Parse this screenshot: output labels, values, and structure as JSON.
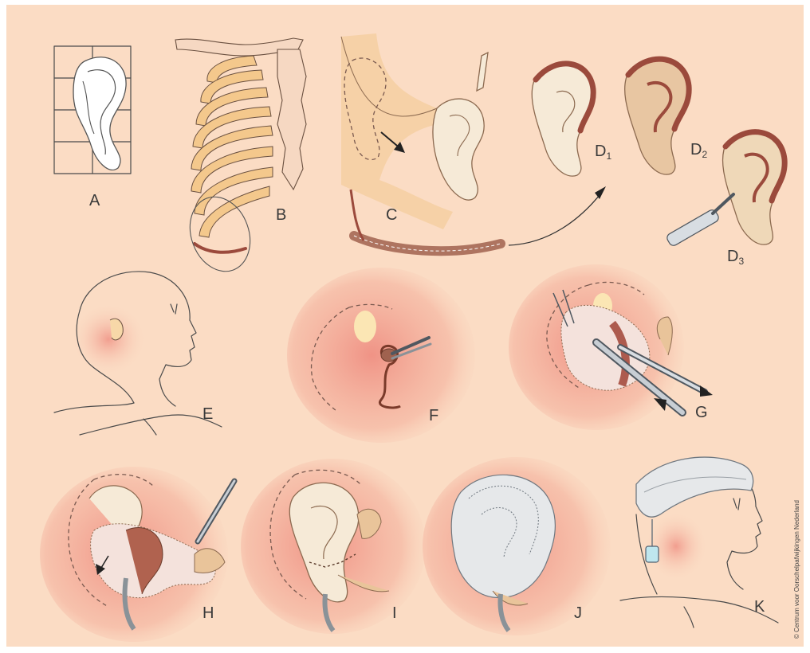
{
  "figure": {
    "background": "#fbdcc4",
    "skin_color": "#ef9f8f",
    "cartilage_color": "#f6ead7",
    "rib_color": "#f4c88c",
    "rim_color": "#9b4a3c",
    "dressing_color": "#e6e8ea"
  },
  "labels": {
    "A": "A",
    "B": "B",
    "C": "C",
    "D1_letter": "D",
    "D1_sub": "1",
    "D2_letter": "D",
    "D2_sub": "2",
    "D3_letter": "D",
    "D3_sub": "3",
    "E": "E",
    "F": "F",
    "G": "G",
    "H": "H",
    "I": "I",
    "J": "J",
    "K": "K"
  },
  "credit": "© Centrum voor Oorschelpafwijkingen Nederland"
}
